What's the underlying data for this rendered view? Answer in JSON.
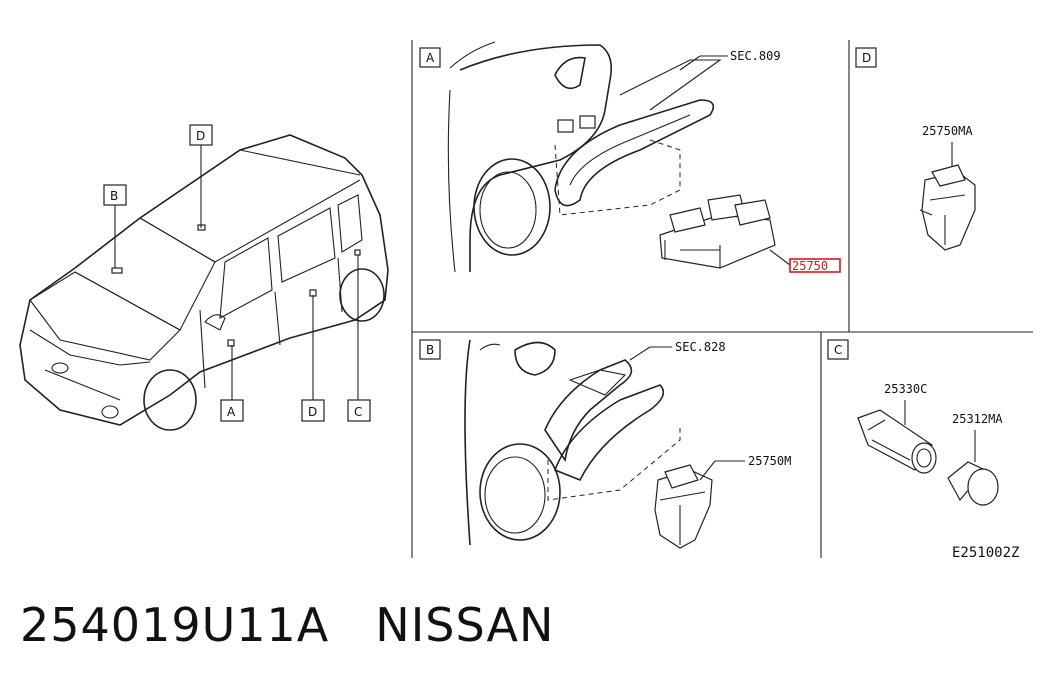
{
  "diagram_code": "E251002Z",
  "footer": {
    "part_number": "254019U11A",
    "brand": "NISSAN"
  },
  "overview": {
    "callouts": [
      "D",
      "B",
      "A",
      "D",
      "C"
    ]
  },
  "panels": {
    "A": {
      "tag": "A",
      "ref": "SEC.809",
      "part": "25750"
    },
    "D": {
      "tag": "D",
      "part": "25750MA"
    },
    "B": {
      "tag": "B",
      "ref": "SEC.828",
      "part": "25750M"
    },
    "C": {
      "tag": "C",
      "part_1": "25330C",
      "part_2": "25312MA"
    }
  }
}
